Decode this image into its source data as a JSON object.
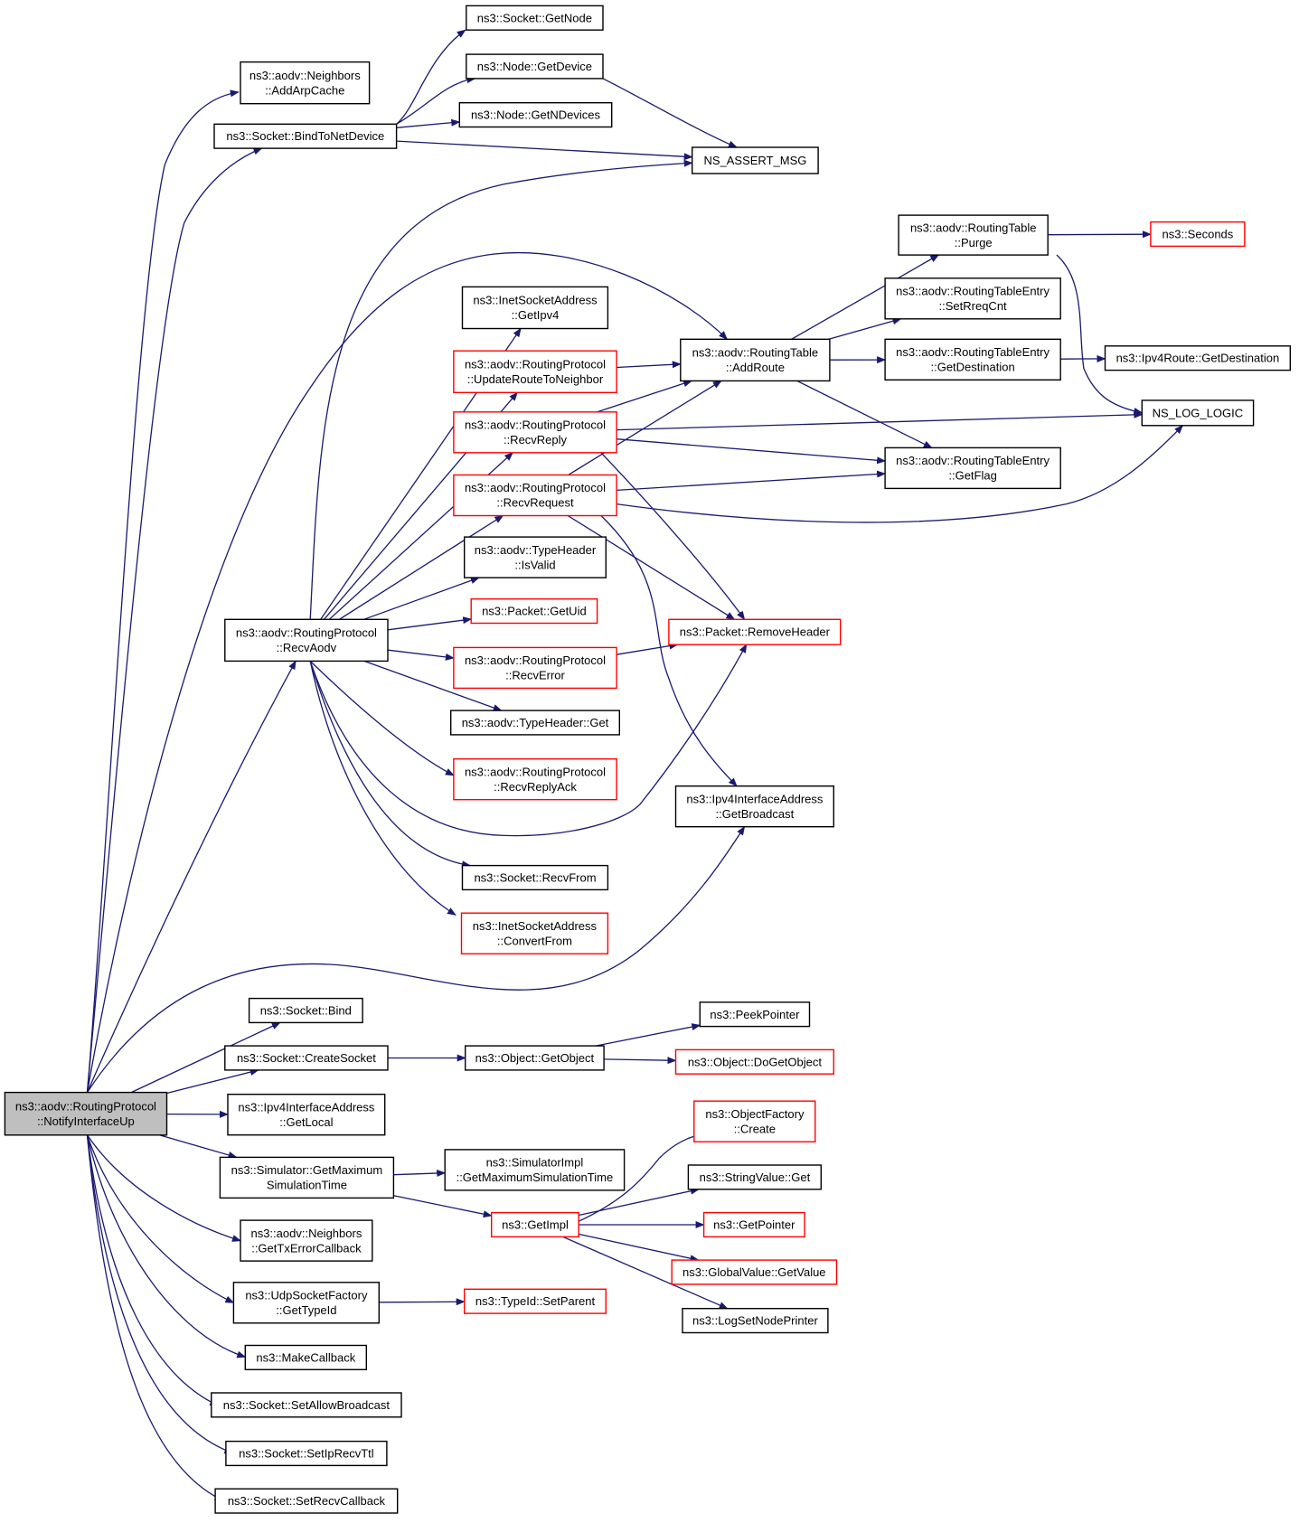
{
  "colors": {
    "edge": "#191970",
    "border_normal": "#000000",
    "border_truncated": "#ff0000",
    "root_fill": "#bfbfbf",
    "node_fill": "#ffffff"
  },
  "nodes": {
    "notify": {
      "lines": [
        "ns3::aodv::RoutingProtocol",
        "::NotifyInterfaceUp"
      ],
      "kind": "root"
    },
    "addarp": {
      "lines": [
        "ns3::aodv::Neighbors",
        "::AddArpCache"
      ],
      "kind": "normal"
    },
    "bindnd": {
      "lines": [
        "ns3::Socket::BindToNetDevice"
      ],
      "kind": "normal"
    },
    "getnode": {
      "lines": [
        "ns3::Socket::GetNode"
      ],
      "kind": "normal"
    },
    "getdev": {
      "lines": [
        "ns3::Node::GetDevice"
      ],
      "kind": "normal"
    },
    "getndev": {
      "lines": [
        "ns3::Node::GetNDevices"
      ],
      "kind": "normal"
    },
    "assert": {
      "lines": [
        "NS_ASSERT_MSG"
      ],
      "kind": "normal"
    },
    "purge": {
      "lines": [
        "ns3::aodv::RoutingTable",
        "::Purge"
      ],
      "kind": "normal"
    },
    "seconds": {
      "lines": [
        "ns3::Seconds"
      ],
      "kind": "truncated"
    },
    "setrreq": {
      "lines": [
        "ns3::aodv::RoutingTableEntry",
        "::SetRreqCnt"
      ],
      "kind": "normal"
    },
    "getipv4": {
      "lines": [
        "ns3::InetSocketAddress",
        "::GetIpv4"
      ],
      "kind": "normal"
    },
    "updroute": {
      "lines": [
        "ns3::aodv::RoutingProtocol",
        "::UpdateRouteToNeighbor"
      ],
      "kind": "truncated"
    },
    "addroute": {
      "lines": [
        "ns3::aodv::RoutingTable",
        "::AddRoute"
      ],
      "kind": "normal"
    },
    "getdest": {
      "lines": [
        "ns3::aodv::RoutingTableEntry",
        "::GetDestination"
      ],
      "kind": "normal"
    },
    "ipv4dest": {
      "lines": [
        "ns3::Ipv4Route::GetDestination"
      ],
      "kind": "normal"
    },
    "nslog": {
      "lines": [
        "NS_LOG_LOGIC"
      ],
      "kind": "normal"
    },
    "recvreply": {
      "lines": [
        "ns3::aodv::RoutingProtocol",
        "::RecvReply"
      ],
      "kind": "truncated"
    },
    "getflag": {
      "lines": [
        "ns3::aodv::RoutingTableEntry",
        "::GetFlag"
      ],
      "kind": "normal"
    },
    "recvreq": {
      "lines": [
        "ns3::aodv::RoutingProtocol",
        "::RecvRequest"
      ],
      "kind": "truncated"
    },
    "isvalid": {
      "lines": [
        "ns3::aodv::TypeHeader",
        "::IsValid"
      ],
      "kind": "normal"
    },
    "getuid": {
      "lines": [
        "ns3::Packet::GetUid"
      ],
      "kind": "truncated"
    },
    "rmheader": {
      "lines": [
        "ns3::Packet::RemoveHeader"
      ],
      "kind": "truncated"
    },
    "recvaodv": {
      "lines": [
        "ns3::aodv::RoutingProtocol",
        "::RecvAodv"
      ],
      "kind": "normal"
    },
    "recverr": {
      "lines": [
        "ns3::aodv::RoutingProtocol",
        "::RecvError"
      ],
      "kind": "truncated"
    },
    "thget": {
      "lines": [
        "ns3::aodv::TypeHeader::Get"
      ],
      "kind": "normal"
    },
    "recvack": {
      "lines": [
        "ns3::aodv::RoutingProtocol",
        "::RecvReplyAck"
      ],
      "kind": "truncated"
    },
    "getbcast": {
      "lines": [
        "ns3::Ipv4InterfaceAddress",
        "::GetBroadcast"
      ],
      "kind": "normal"
    },
    "recvfrom": {
      "lines": [
        "ns3::Socket::RecvFrom"
      ],
      "kind": "normal"
    },
    "convfrom": {
      "lines": [
        "ns3::InetSocketAddress",
        "::ConvertFrom"
      ],
      "kind": "truncated"
    },
    "bind": {
      "lines": [
        "ns3::Socket::Bind"
      ],
      "kind": "normal"
    },
    "peekptr": {
      "lines": [
        "ns3::PeekPointer"
      ],
      "kind": "normal"
    },
    "createsock": {
      "lines": [
        "ns3::Socket::CreateSocket"
      ],
      "kind": "normal"
    },
    "getobj": {
      "lines": [
        "ns3::Object::GetObject"
      ],
      "kind": "normal"
    },
    "dogetobj": {
      "lines": [
        "ns3::Object::DoGetObject"
      ],
      "kind": "truncated"
    },
    "getlocal": {
      "lines": [
        "ns3::Ipv4InterfaceAddress",
        "::GetLocal"
      ],
      "kind": "normal"
    },
    "objfcreate": {
      "lines": [
        "ns3::ObjectFactory",
        "::Create"
      ],
      "kind": "truncated"
    },
    "simmax": {
      "lines": [
        "ns3::Simulator::GetMaximum",
        "SimulationTime"
      ],
      "kind": "normal"
    },
    "simimplmax": {
      "lines": [
        "ns3::SimulatorImpl",
        "::GetMaximumSimulationTime"
      ],
      "kind": "normal"
    },
    "strvalget": {
      "lines": [
        "ns3::StringValue::Get"
      ],
      "kind": "normal"
    },
    "getimpl": {
      "lines": [
        "ns3::GetImpl"
      ],
      "kind": "truncated"
    },
    "getptr": {
      "lines": [
        "ns3::GetPointer"
      ],
      "kind": "truncated"
    },
    "txerr": {
      "lines": [
        "ns3::aodv::Neighbors",
        "::GetTxErrorCallback"
      ],
      "kind": "normal"
    },
    "globval": {
      "lines": [
        "ns3::GlobalValue::GetValue"
      ],
      "kind": "truncated"
    },
    "udptype": {
      "lines": [
        "ns3::UdpSocketFactory",
        "::GetTypeId"
      ],
      "kind": "normal"
    },
    "setparent": {
      "lines": [
        "ns3::TypeId::SetParent"
      ],
      "kind": "truncated"
    },
    "lognode": {
      "lines": [
        "ns3::LogSetNodePrinter"
      ],
      "kind": "normal"
    },
    "makecb": {
      "lines": [
        "ns3::MakeCallback"
      ],
      "kind": "normal"
    },
    "allowbc": {
      "lines": [
        "ns3::Socket::SetAllowBroadcast"
      ],
      "kind": "normal"
    },
    "iprecvttl": {
      "lines": [
        "ns3::Socket::SetIpRecvTtl"
      ],
      "kind": "normal"
    },
    "recvcb": {
      "lines": [
        "ns3::Socket::SetRecvCallback"
      ],
      "kind": "normal"
    }
  },
  "edges": [
    [
      "notify",
      "addarp"
    ],
    [
      "notify",
      "bindnd"
    ],
    [
      "bindnd",
      "getnode"
    ],
    [
      "bindnd",
      "getdev"
    ],
    [
      "bindnd",
      "getndev"
    ],
    [
      "bindnd",
      "assert"
    ],
    [
      "getdev",
      "assert"
    ],
    [
      "notify",
      "recvaodv"
    ],
    [
      "notify",
      "addroute"
    ],
    [
      "notify",
      "getbcast"
    ],
    [
      "notify",
      "bind"
    ],
    [
      "notify",
      "createsock"
    ],
    [
      "notify",
      "getlocal"
    ],
    [
      "notify",
      "simmax"
    ],
    [
      "notify",
      "txerr"
    ],
    [
      "notify",
      "udptype"
    ],
    [
      "notify",
      "makecb"
    ],
    [
      "notify",
      "allowbc"
    ],
    [
      "notify",
      "iprecvttl"
    ],
    [
      "notify",
      "recvcb"
    ],
    [
      "recvaodv",
      "assert"
    ],
    [
      "recvaodv",
      "getipv4"
    ],
    [
      "recvaodv",
      "updroute"
    ],
    [
      "recvaodv",
      "recvreply"
    ],
    [
      "recvaodv",
      "recvreq"
    ],
    [
      "recvaodv",
      "isvalid"
    ],
    [
      "recvaodv",
      "getuid"
    ],
    [
      "recvaodv",
      "rmheader"
    ],
    [
      "recvaodv",
      "recverr"
    ],
    [
      "recvaodv",
      "thget"
    ],
    [
      "recvaodv",
      "recvack"
    ],
    [
      "recvaodv",
      "recvfrom"
    ],
    [
      "recvaodv",
      "convfrom"
    ],
    [
      "updroute",
      "addroute"
    ],
    [
      "recvreply",
      "addroute"
    ],
    [
      "recvreply",
      "nslog"
    ],
    [
      "recvreply",
      "getflag"
    ],
    [
      "recvreply",
      "rmheader"
    ],
    [
      "recvreq",
      "addroute"
    ],
    [
      "recvreq",
      "getflag"
    ],
    [
      "recvreq",
      "nslog"
    ],
    [
      "recvreq",
      "rmheader"
    ],
    [
      "recvreq",
      "getbcast"
    ],
    [
      "recverr",
      "rmheader"
    ],
    [
      "addroute",
      "purge"
    ],
    [
      "addroute",
      "setrreq"
    ],
    [
      "addroute",
      "getdest"
    ],
    [
      "addroute",
      "getflag"
    ],
    [
      "purge",
      "seconds"
    ],
    [
      "purge",
      "nslog"
    ],
    [
      "getdest",
      "ipv4dest"
    ],
    [
      "createsock",
      "getobj"
    ],
    [
      "getobj",
      "peekptr"
    ],
    [
      "getobj",
      "dogetobj"
    ],
    [
      "simmax",
      "simimplmax"
    ],
    [
      "simmax",
      "getimpl"
    ],
    [
      "getimpl",
      "objfcreate"
    ],
    [
      "getimpl",
      "strvalget"
    ],
    [
      "getimpl",
      "getptr"
    ],
    [
      "getimpl",
      "globval"
    ],
    [
      "getimpl",
      "lognode"
    ],
    [
      "udptype",
      "setparent"
    ]
  ]
}
